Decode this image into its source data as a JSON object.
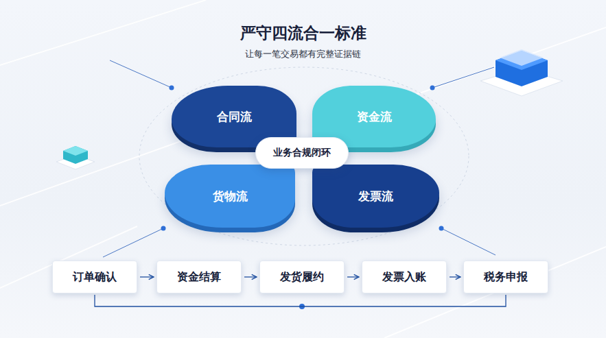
{
  "diagram": {
    "title": "严守四流合一标准",
    "nodes": [
      {
        "text": [
          "合同流"
        ]
      },
      {
        "text": [
          "资金流"
        ]
      },
      {
        "text": [
          "业务合规闭环"
        ]
      },
      {
        "text": [
          "货物流"
        ]
      },
      {
        "text": [
          "发票流"
        ]
      },
      {
        "text": [
          "订单确认"
        ]
      },
      {
        "text": [
          "资金结算"
        ]
      },
      {
        "text": [
          "发货履约"
        ]
      },
      {
        "text": [
          "发票入账"
        ]
      },
      {
        "text": [
          "税务申报"
        ]
      }
    ],
    "edges": [
      {
        "from": 5,
        "to": 6,
        "arrow": "to"
      },
      {
        "from": 6,
        "to": 7,
        "arrow": "to"
      },
      {
        "from": 7,
        "to": 8,
        "arrow": "to"
      },
      {
        "from": 8,
        "to": 9,
        "arrow": "to"
      },
      {
        "from": 5,
        "to": 9,
        "arrow": "none"
      }
    ],
    "labels": [
      "让每一笔交易都有完整证据链"
    ]
  }
}
